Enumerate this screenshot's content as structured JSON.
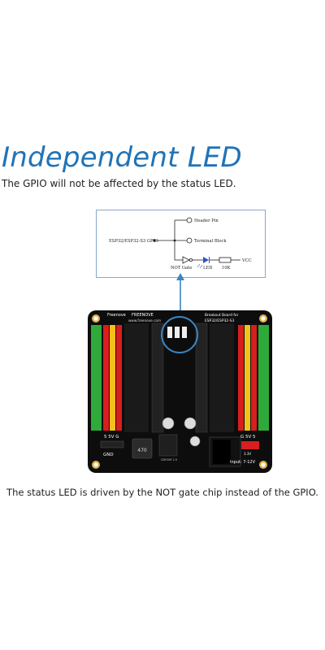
{
  "heading": {
    "title": "Independent LED",
    "subtitle": "The GPIO will not be affected by the status LED."
  },
  "schematic": {
    "header_pin": "Header Pin",
    "terminal_block": "Terminal Block",
    "gpio_label": "ESP32/ESP32-S3 GPIO",
    "not_gate": "NOT Gate",
    "led": "LED",
    "resistor": "10K",
    "vcc": "VCC"
  },
  "board": {
    "brand": "FREENOVE",
    "brand_small": "Freenove",
    "website": "www.freenove.com",
    "model_line1": "Breakout Board for",
    "model_line2": "ESP32/ESP32-S3",
    "left_power": "5 5V G",
    "right_power": "G 5V 5",
    "gnd": "GND",
    "input": "Input: 7-12V",
    "inductor": "470",
    "v33": "3.3V",
    "chip": "CDH1M 1.5"
  },
  "caption": "The status LED is driven by the NOT gate chip instead of the GPIO.",
  "colors": {
    "title": "#1f73b7",
    "pcb": "#0d0d0d",
    "terminal": "#2faa3a",
    "header_red": "#d81e1e",
    "header_yellow": "#f2c21a",
    "callout": "#3a86c4"
  }
}
